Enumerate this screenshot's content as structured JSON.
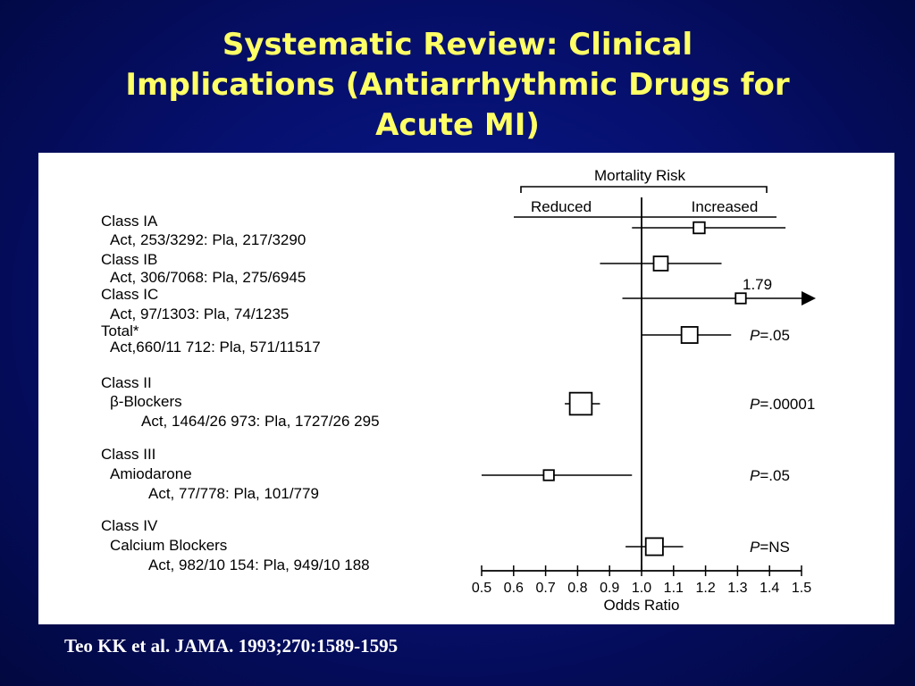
{
  "slide": {
    "title_lines": [
      "Systematic Review: Clinical",
      "Implications (Antiarrhythmic Drugs for",
      "Acute MI)"
    ],
    "citation": "Teo KK et al. JAMA. 1993;270:1589-1595",
    "colors": {
      "background": "#061070",
      "title": "#ffff66",
      "citation": "#ffffff",
      "panel": "#ffffff"
    }
  },
  "chart_data": {
    "type": "forest",
    "header": "Mortality Risk",
    "left_label": "Reduced",
    "right_label": "Increased",
    "xlabel": "Odds Ratio",
    "xlim": [
      0.5,
      1.5
    ],
    "reference_line": 1.0,
    "xticks": [
      "0.5",
      "0.6",
      "0.7",
      "0.8",
      "0.9",
      "1.0",
      "1.1",
      "1.2",
      "1.3",
      "1.4",
      "1.5"
    ],
    "groups": [
      {
        "labels": [
          "Class IA",
          "Act, 253/3292: Pla, 217/3290"
        ]
      },
      {
        "labels": [
          "Class IB",
          "Act, 306/7068: Pla, 275/6945"
        ]
      },
      {
        "labels": [
          "Class IC",
          "Act, 97/1303: Pla, 74/1235"
        ]
      },
      {
        "labels": [
          "Total*",
          "Act,660/11 712: Pla, 571/11517"
        ]
      },
      {
        "labels": [
          "Class II",
          "β-Blockers",
          "Act, 1464/26 973: Pla, 1727/26 295"
        ]
      },
      {
        "labels": [
          "Class III",
          "Amiodarone",
          "Act, 77/778: Pla, 101/779"
        ]
      },
      {
        "labels": [
          "Class IV",
          "Calcium Blockers",
          "Act, 982/10 154: Pla, 949/10 188"
        ]
      }
    ],
    "estimates": [
      {
        "or": 1.18,
        "ci": [
          0.97,
          1.45
        ],
        "box": 0.3,
        "annotation": ""
      },
      {
        "or": 1.06,
        "ci": [
          0.87,
          1.25
        ],
        "box": 0.45,
        "annotation": ""
      },
      {
        "or": 1.31,
        "ci": [
          0.94,
          1.5
        ],
        "box": 0.25,
        "annotation": "1.79",
        "arrow": true
      },
      {
        "or": 1.15,
        "ci": [
          1.0,
          1.28
        ],
        "box": 0.55,
        "annotation": "P=.05"
      },
      {
        "or": 0.81,
        "ci": [
          0.76,
          0.87
        ],
        "box": 0.85,
        "annotation": "P=.00001"
      },
      {
        "or": 0.71,
        "ci": [
          0.5,
          0.97
        ],
        "box": 0.25,
        "annotation": "P=.05"
      },
      {
        "or": 1.04,
        "ci": [
          0.95,
          1.13
        ],
        "box": 0.6,
        "annotation": "P=NS"
      }
    ]
  }
}
